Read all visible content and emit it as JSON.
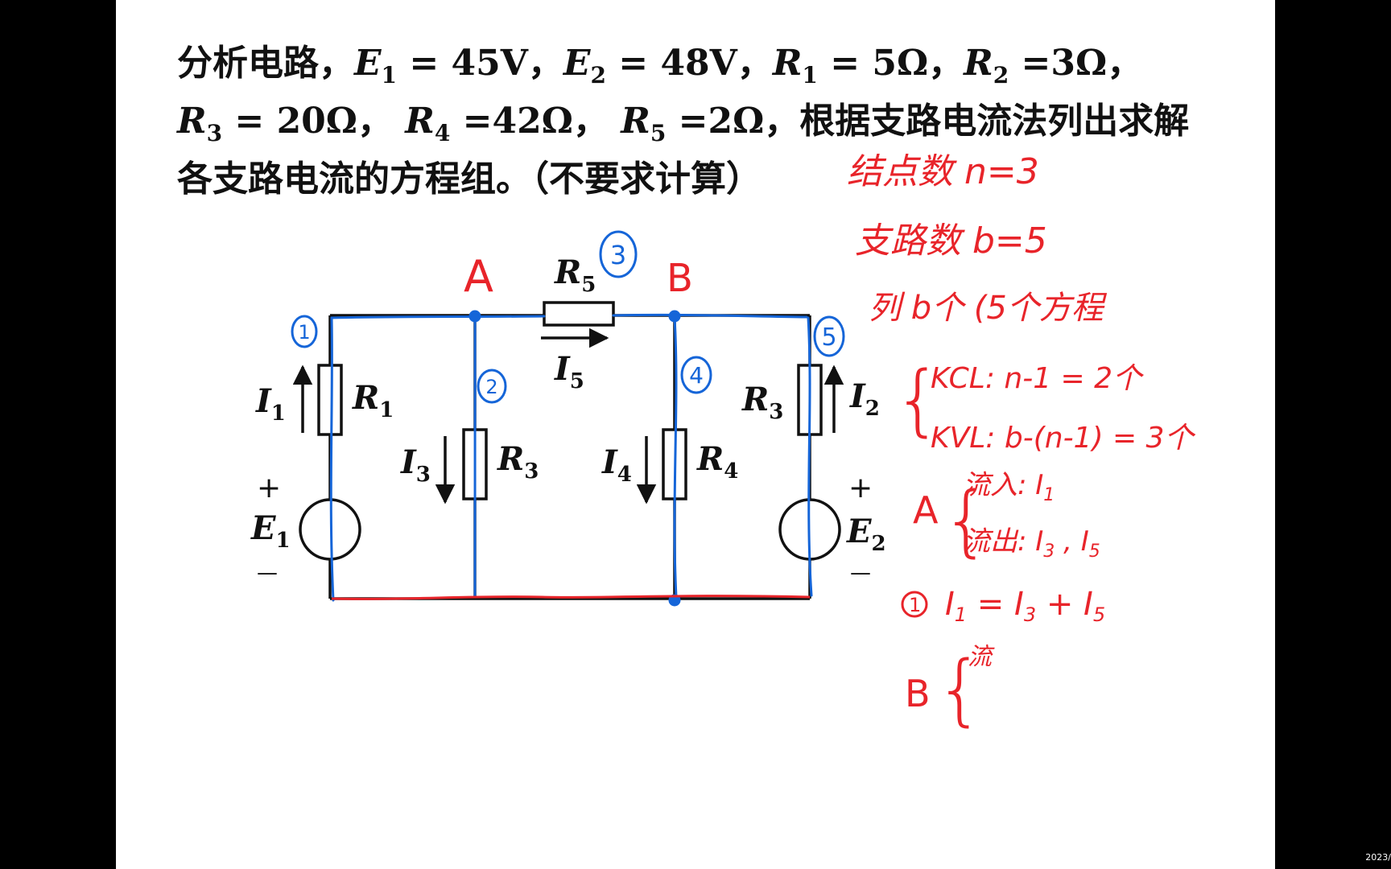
{
  "problem": {
    "line1": {
      "prefix": "分析电路，",
      "e1": "E",
      "e1s": "1",
      "e1v": " = 45V，",
      "e2": "E",
      "e2s": "2",
      "e2v": " = 48V，",
      "r1": "R",
      "r1s": "1",
      "r1v": " = 5Ω，",
      "r2": "R",
      "r2s": "2",
      "r2v": " =3Ω，"
    },
    "line2": {
      "r3": "R",
      "r3s": "3",
      "r3v": " = 20Ω， ",
      "r4": "R",
      "r4s": "4",
      "r4v": " =42Ω， ",
      "r5": "R",
      "r5s": "5",
      "r5v": " =2Ω，根据支路电流法列出求解"
    },
    "line3": "各支路电流的方程组。（不要求计算）"
  },
  "circuit": {
    "nodes": {
      "a": "A",
      "b": "B"
    },
    "r5": {
      "base": "R",
      "sub": "5"
    },
    "i5": {
      "base": "I",
      "sub": "5"
    },
    "r1": {
      "base": "R",
      "sub": "1"
    },
    "i1": {
      "base": "I",
      "sub": "1"
    },
    "r3_mid": {
      "base": "R",
      "sub": "3"
    },
    "i3": {
      "base": "I",
      "sub": "3"
    },
    "r4": {
      "base": "R",
      "sub": "4"
    },
    "i4": {
      "base": "I",
      "sub": "4"
    },
    "r3_right": {
      "base": "R",
      "sub": "3"
    },
    "i2": {
      "base": "I",
      "sub": "2"
    },
    "e1": {
      "base": "E",
      "sub": "1",
      "plus": "+",
      "minus": "—"
    },
    "e2": {
      "base": "E",
      "sub": "2",
      "plus": "+",
      "minus": "—"
    }
  },
  "annotations_blue": [
    "1",
    "2",
    "3",
    "4",
    "5"
  ],
  "notes_red": {
    "nodes_count": "结点数 n=3",
    "branch_count": "支路数 b=5",
    "equations": "列 b个 (5个方程",
    "kcl": "KCL: n-1 = 2个",
    "kvl": "KVL: b-(n-1) = 3个",
    "a_label": "A",
    "a_in": "流入: I",
    "a_in_sub": "1",
    "a_out": "流出: I",
    "a_out_sub1": "3",
    "a_out_sep": " , I",
    "a_out_sub2": "5",
    "eq1_num": "1",
    "eq1": "I",
    "eq1_s1": "1",
    "eq1_mid": " = I",
    "eq1_s2": "3",
    "eq1_plus": " + I",
    "eq1_s3": "5",
    "b_label": "B",
    "b_in": "流"
  },
  "clock": "2023/",
  "colors": {
    "red": "#e8242a",
    "blue": "#1565d8",
    "black": "#111111"
  }
}
